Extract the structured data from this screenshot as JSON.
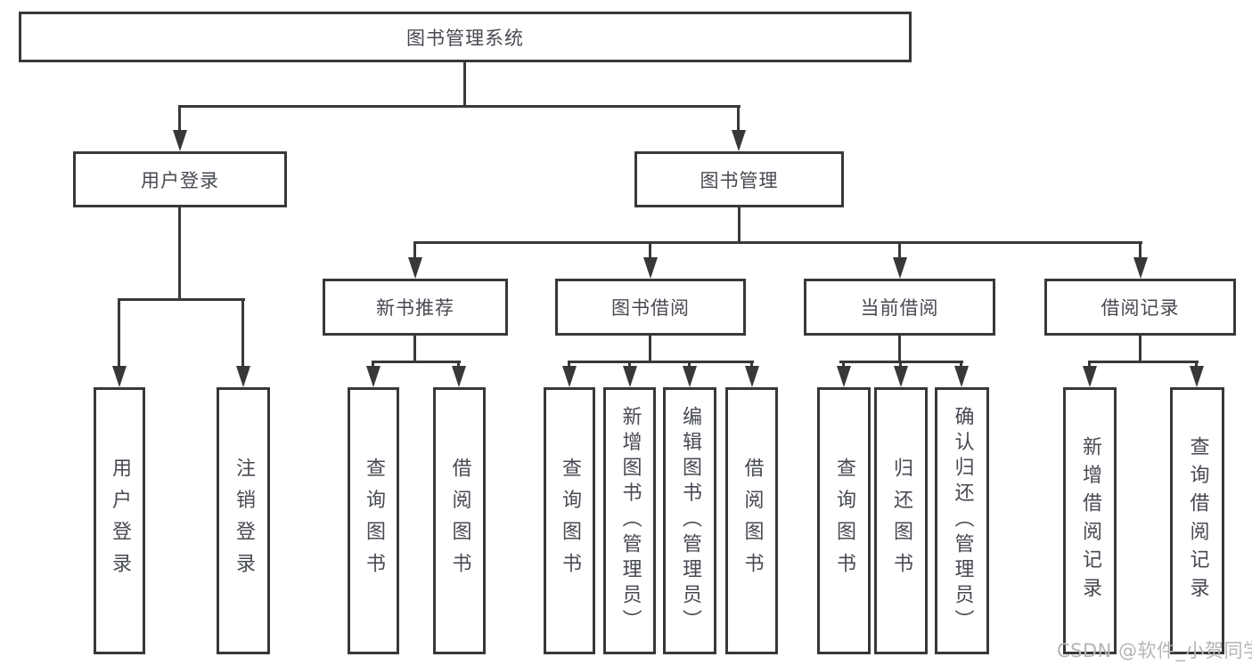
{
  "diagram": {
    "title": "图书管理系统",
    "nodes": {
      "root": "图书管理系统",
      "user_login": "用户登录",
      "book_mgmt": "图书管理",
      "new_book_rec": "新书推荐",
      "book_borrow": "图书借阅",
      "current_borrow": "当前借阅",
      "borrow_record": "借阅记录",
      "leaf_user_login": "用户登录",
      "leaf_logout": "注销登录",
      "leaf_query_book_rec": "查询图书",
      "leaf_borrow_book_rec": "借阅图书",
      "leaf_query_book_borrow": "查询图书",
      "leaf_add_book_admin": "新增图书（管理员）",
      "leaf_edit_book_admin": "编辑图书（管理员）",
      "leaf_borrow_book_borrow": "借阅图书",
      "leaf_query_book_current": "查询图书",
      "leaf_return_book": "归还图书",
      "leaf_confirm_return_admin": "确认归还（管理员）",
      "leaf_add_borrow_record": "新增借阅记录",
      "leaf_query_borrow_record": "查询借阅记录"
    },
    "colors": {
      "line": "#383838",
      "text": "#474a52",
      "background": "#ffffff",
      "watermark_text_color": "#b5b5b5"
    }
  },
  "watermark": {
    "text": "CSDN @软件_小贺同学"
  }
}
